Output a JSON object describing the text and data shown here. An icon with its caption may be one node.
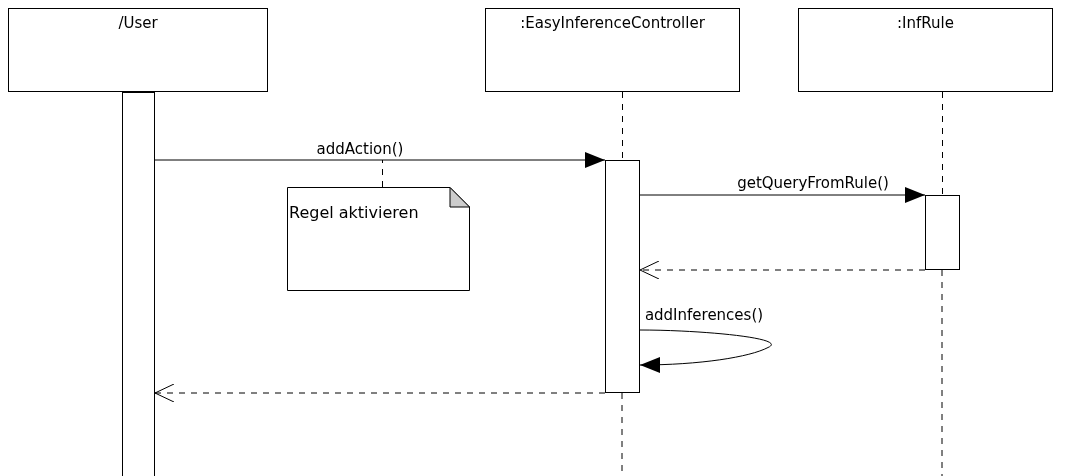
{
  "diagram": {
    "nodes": [
      {
        "text": [
          "/User"
        ]
      },
      {
        "text": [
          ":EasyInferenceController"
        ]
      },
      {
        "text": [
          ":InfRule"
        ]
      },
      {
        "text": [],
        "shape": "bar"
      },
      {
        "text": [],
        "shape": "bar"
      },
      {
        "text": [],
        "shape": "bar"
      },
      {
        "text": [
          "Regel aktivieren"
        ]
      }
    ],
    "edges": [
      {
        "from": 3,
        "to": 4,
        "arrow": "to",
        "label": "addAction()"
      },
      {
        "from": 4,
        "to": 5,
        "arrow": "to",
        "label": "getQueryFromRule()"
      },
      {
        "from": 5,
        "to": 4,
        "arrow": "to",
        "style": "dashed"
      },
      {
        "from": 4,
        "to": 4,
        "arrow": "to",
        "label": "addInferences()"
      },
      {
        "from": 4,
        "to": 3,
        "arrow": "to",
        "style": "dashed"
      },
      {
        "from": 1,
        "to": 4,
        "arrow": "none",
        "style": "dashed"
      },
      {
        "from": 2,
        "to": 5,
        "arrow": "none",
        "style": "dashed"
      },
      {
        "from": 6,
        "to": null,
        "arrow": "none",
        "style": "dashed"
      }
    ]
  }
}
